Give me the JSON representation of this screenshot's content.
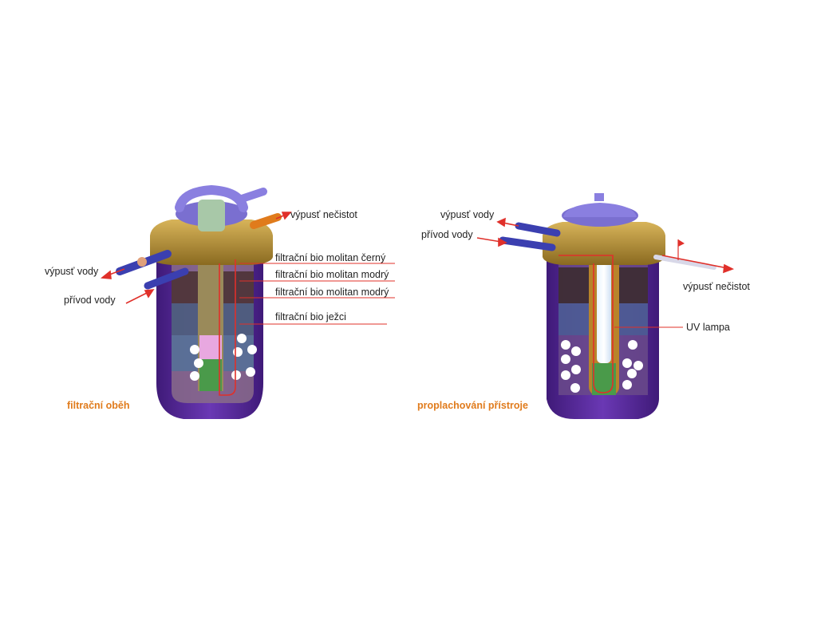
{
  "left_diagram": {
    "caption": "filtrační oběh",
    "labels": {
      "vypust_necistot": "výpusť nečistot",
      "vypust_vody": "výpusť vody",
      "privod_vody": "přívod vody",
      "molitan_cerny": "filtrační bio molitan černý",
      "molitan_modry_1": "filtrační bio molitan modrý",
      "molitan_modry_2": "filtrační bio molitan modrý",
      "jezci": "filtrační bio ježci"
    }
  },
  "right_diagram": {
    "caption": "proplachování přístroje",
    "labels": {
      "vypust_vody": "výpusť vody",
      "privod_vody": "přívod vody",
      "vypust_necistot": "výpusť nečistot",
      "uv_lampa": "UV lampa"
    }
  },
  "colors": {
    "housing": "#5b2d9c",
    "housing_dark": "#3f1a78",
    "caption": "#e07b1c",
    "flow_arrow": "#e0302a",
    "pipe_blue": "#3b3fb0",
    "collar": "#b58a2a",
    "lid": "#7a6fd0"
  }
}
